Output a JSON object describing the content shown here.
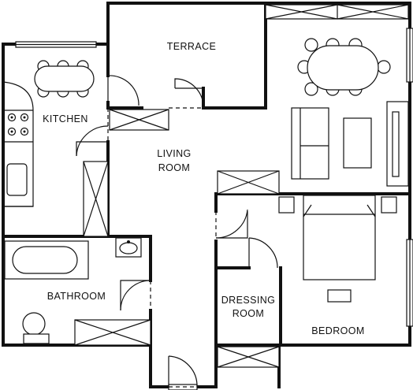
{
  "rooms": {
    "terrace": "TERRACE",
    "kitchen": "KITCHEN",
    "living_line1": "LIVING",
    "living_line2": "ROOM",
    "bathroom": "BATHROOM",
    "dressing_line1": "DRESSING",
    "dressing_line2": "ROOM",
    "bedroom": "BEDROOM"
  }
}
